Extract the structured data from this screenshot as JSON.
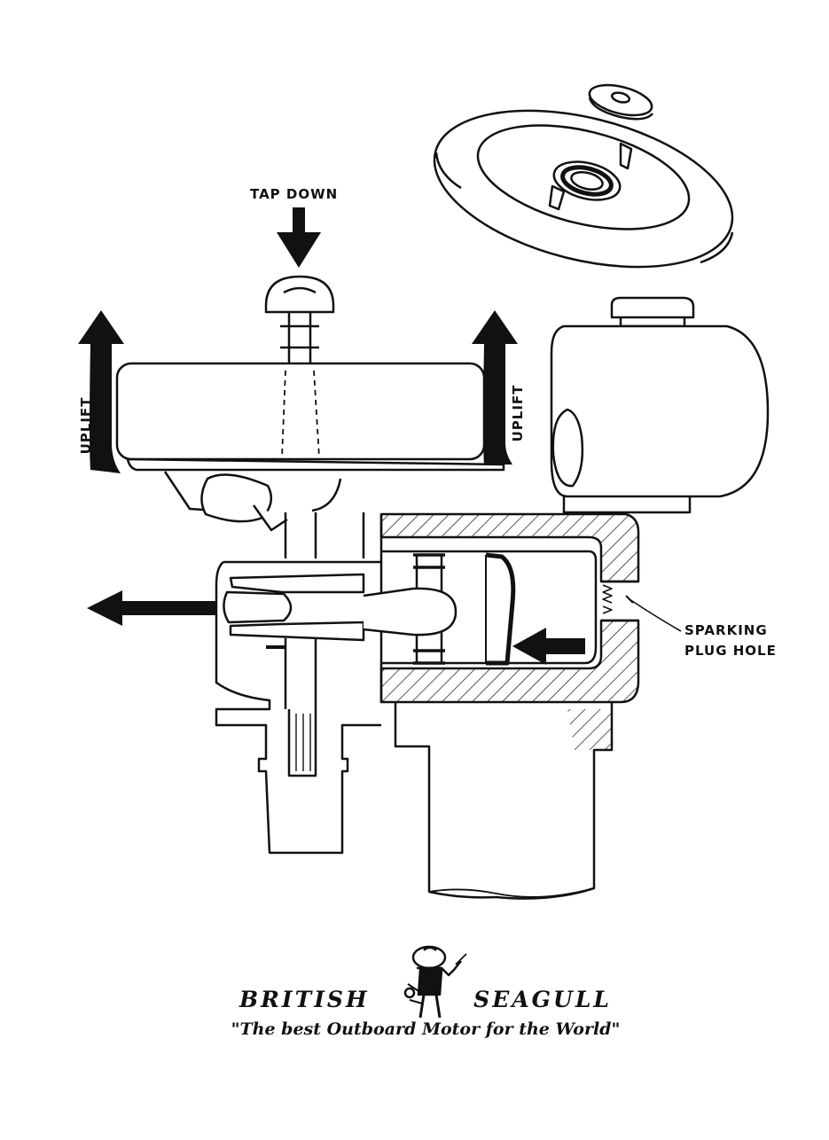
{
  "labels": {
    "tap_down": "TAP DOWN",
    "uplift_left": "UPLIFT",
    "uplift_right": "UPLIFT",
    "sparking_plug_line1": "SPARKING",
    "sparking_plug_line2": "PLUG HOLE"
  },
  "branding": {
    "word1": "BRITISH",
    "word2": "SEAGULL",
    "slogan": "\"The best Outboard Motor for the World\""
  },
  "icons": {
    "arrows": "arrow-icon",
    "logo": "seagull-sailor-logo-icon"
  },
  "colors": {
    "ink": "#111111",
    "paper": "#ffffff"
  }
}
